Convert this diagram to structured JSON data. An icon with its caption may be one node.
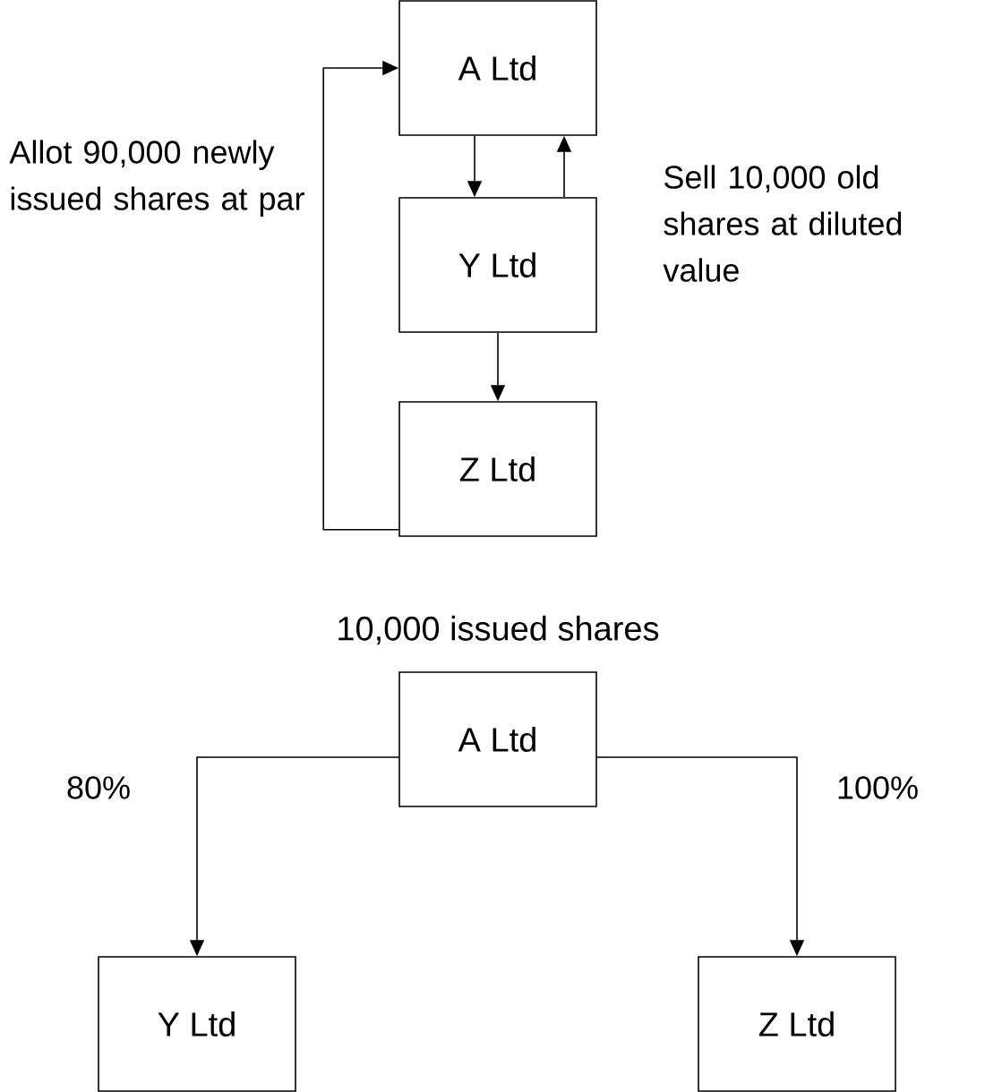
{
  "diagram": {
    "nodes": [
      {
        "text": [
          "A Ltd"
        ]
      },
      {
        "text": [
          "Y Ltd"
        ]
      },
      {
        "text": [
          "Z Ltd"
        ]
      },
      {
        "text": [
          "A Ltd"
        ],
        "beside": [
          "10,000 issued shares"
        ]
      },
      {
        "text": [
          "Y Ltd"
        ]
      },
      {
        "text": [
          "Z Ltd"
        ]
      }
    ],
    "edges": [
      {
        "from": 0,
        "to": 1,
        "arrow": "to"
      },
      {
        "from": 1,
        "to": 0,
        "arrow": "to"
      },
      {
        "from": 1,
        "to": 2,
        "arrow": "to"
      },
      {
        "from": 2,
        "to": 0,
        "arrow": "to"
      },
      {
        "from": 3,
        "to": 4,
        "label": "80%",
        "arrow": "to"
      },
      {
        "from": 3,
        "to": 5,
        "label": "100%",
        "arrow": "to"
      }
    ],
    "labels": [
      "Allot 90,000 newly issued shares at par",
      "Sell 10,000 old shares at diluted value"
    ]
  }
}
